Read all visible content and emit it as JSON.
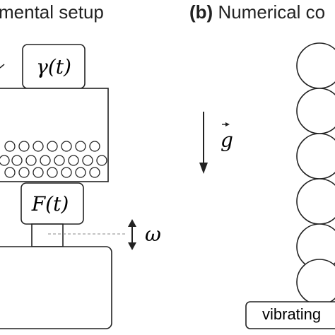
{
  "panel_a": {
    "title": "mental setup",
    "gamma_label": "γ(t)",
    "force_label": "F(t)",
    "omega_label": "ω"
  },
  "panel_b": {
    "letter": "(b)",
    "title": "Numerical co",
    "gravity_label": "g",
    "plate_label": "vibrating"
  }
}
